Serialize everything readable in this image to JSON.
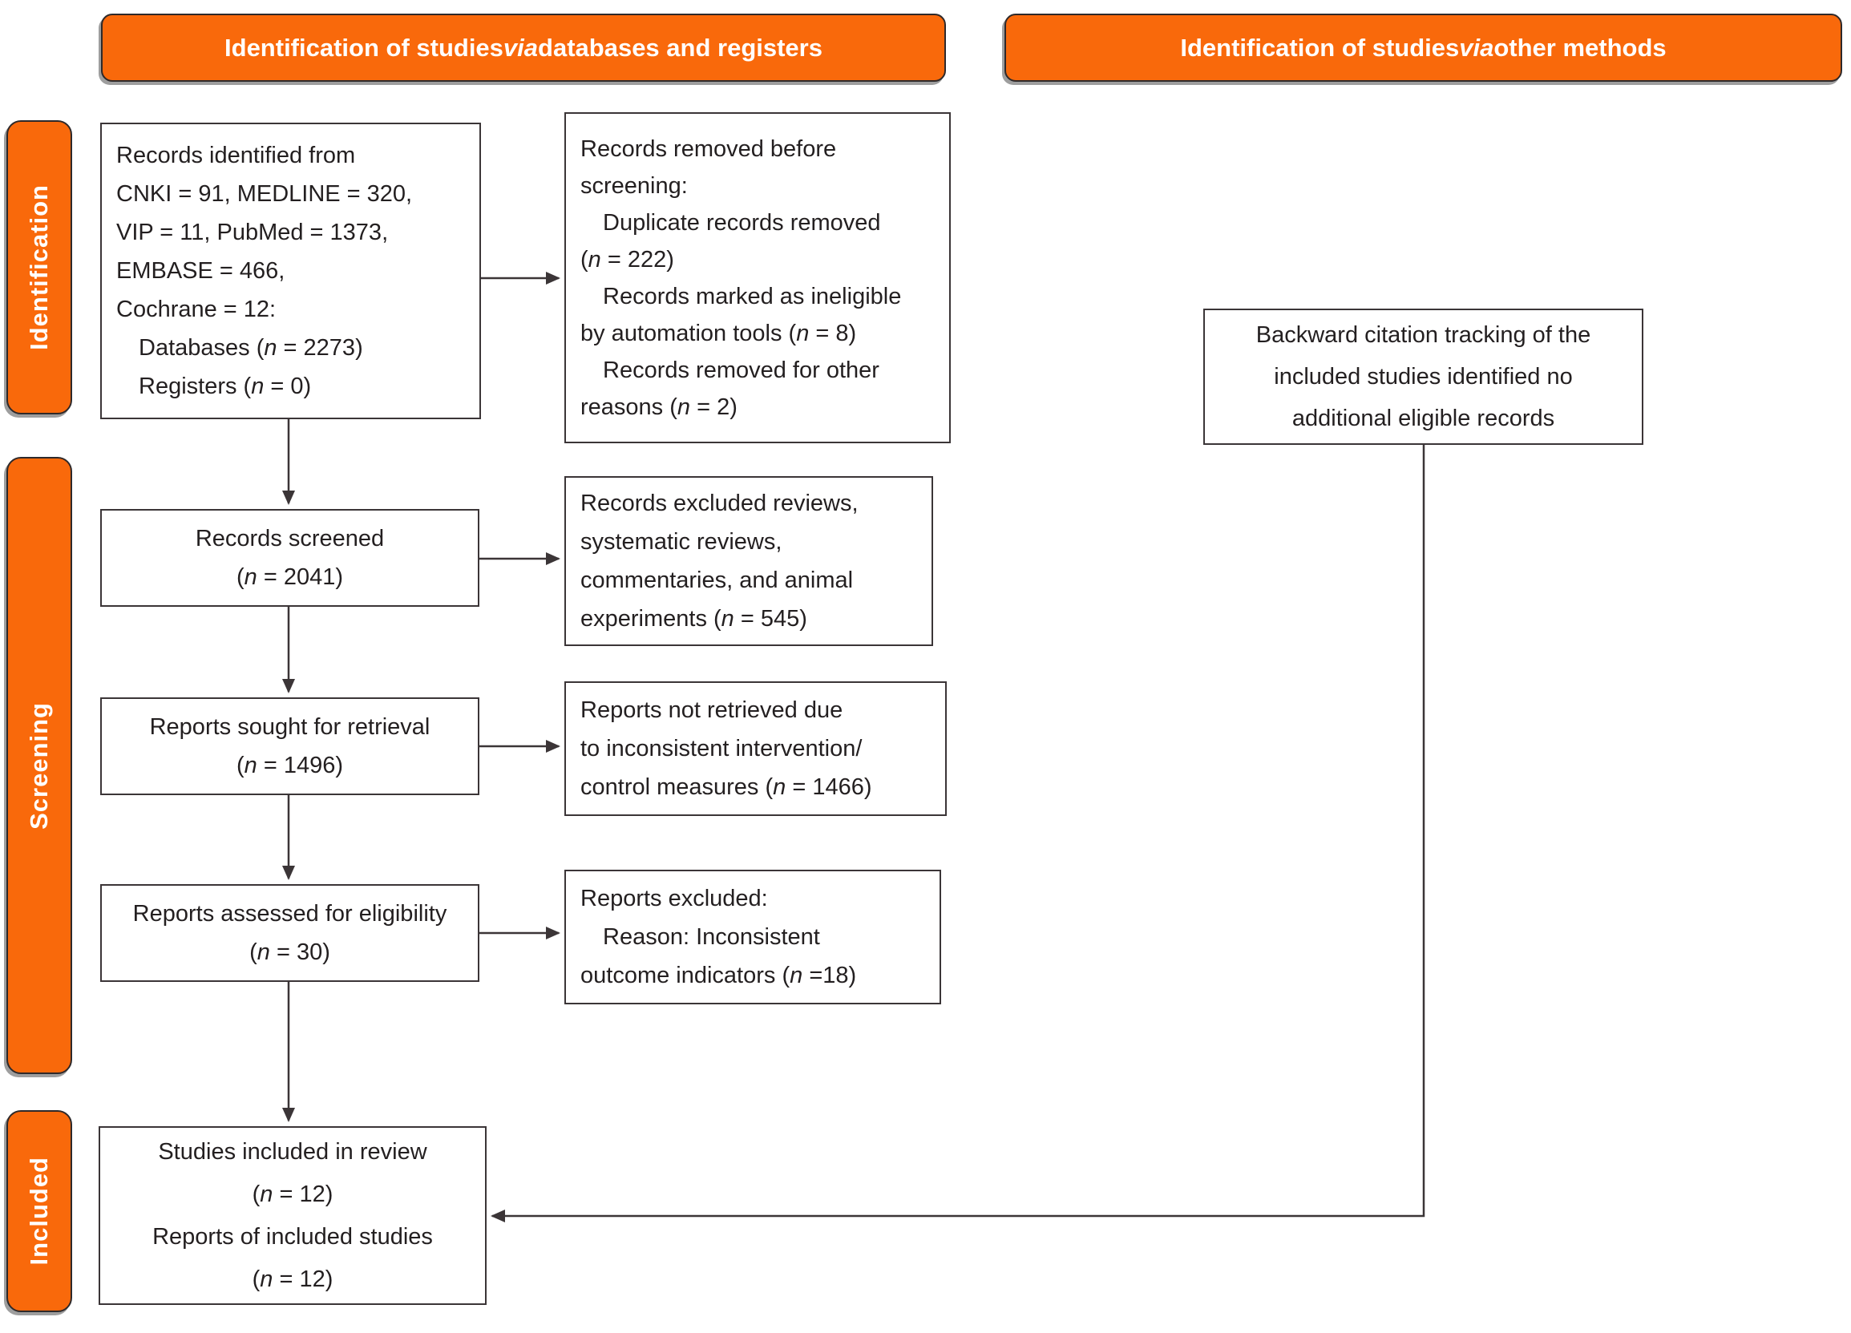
{
  "headers": {
    "left": "Identification of studies via databases and registers",
    "right": "Identification of studies via other methods"
  },
  "sidebar": {
    "identification": "Identification",
    "screening": "Screening",
    "included": "Included"
  },
  "colors": {
    "accent_orange": "#F9690B",
    "line_dark": "#3B3537",
    "text_dark": "#231F20"
  },
  "boxes": {
    "records_identified": {
      "lines": [
        {
          "t": "Records identified from"
        },
        {
          "t": "CNKI = 91, MEDLINE = 320,"
        },
        {
          "t": "VIP = 11, PubMed = 1373,"
        },
        {
          "t": "EMBASE = 466,"
        },
        {
          "t": "Cochrane = 12:"
        },
        {
          "t": "Databases (n = 2273)",
          "ind": true
        },
        {
          "t": "Registers (n = 0)",
          "ind": true
        }
      ]
    },
    "records_removed": {
      "lines": [
        {
          "t": "Records removed before"
        },
        {
          "t": "screening:"
        },
        {
          "t": "Duplicate records removed",
          "ind": true
        },
        {
          "t": "(n = 222)"
        },
        {
          "t": "Records marked as ineligible",
          "ind": true
        },
        {
          "t": "by automation tools (n = 8)"
        },
        {
          "t": "Records removed for other",
          "ind": true
        },
        {
          "t": "reasons (n = 2)"
        }
      ]
    },
    "records_screened": {
      "lines": [
        {
          "t": "Records screened"
        },
        {
          "t": "(n = 2041)"
        }
      ]
    },
    "records_excluded": {
      "lines": [
        {
          "t": "Records excluded reviews,"
        },
        {
          "t": "systematic reviews,"
        },
        {
          "t": "commentaries, and animal"
        },
        {
          "t": "experiments (n = 545)"
        }
      ]
    },
    "reports_sought": {
      "lines": [
        {
          "t": "Reports sought for retrieval"
        },
        {
          "t": "(n = 1496)"
        }
      ]
    },
    "reports_not_retrieved": {
      "lines": [
        {
          "t": "Reports not retrieved due"
        },
        {
          "t": "to inconsistent intervention/"
        },
        {
          "t": "control measures (n = 1466)"
        }
      ]
    },
    "reports_assessed": {
      "lines": [
        {
          "t": "Reports assessed for eligibility"
        },
        {
          "t": "(n = 30)"
        }
      ]
    },
    "reports_excluded": {
      "lines": [
        {
          "t": "Reports excluded:"
        },
        {
          "t": "Reason: Inconsistent",
          "ind": true
        },
        {
          "t": "outcome indicators (n =18)"
        }
      ]
    },
    "studies_included": {
      "lines": [
        {
          "t": "Studies included in review"
        },
        {
          "t": "(n = 12)"
        },
        {
          "t": "Reports of included studies"
        },
        {
          "t": "(n = 12)"
        }
      ]
    },
    "backward_citation": {
      "lines": [
        {
          "t": "Backward citation tracking of the"
        },
        {
          "t": "included studies identified no"
        },
        {
          "t": "additional eligible records"
        }
      ]
    }
  }
}
